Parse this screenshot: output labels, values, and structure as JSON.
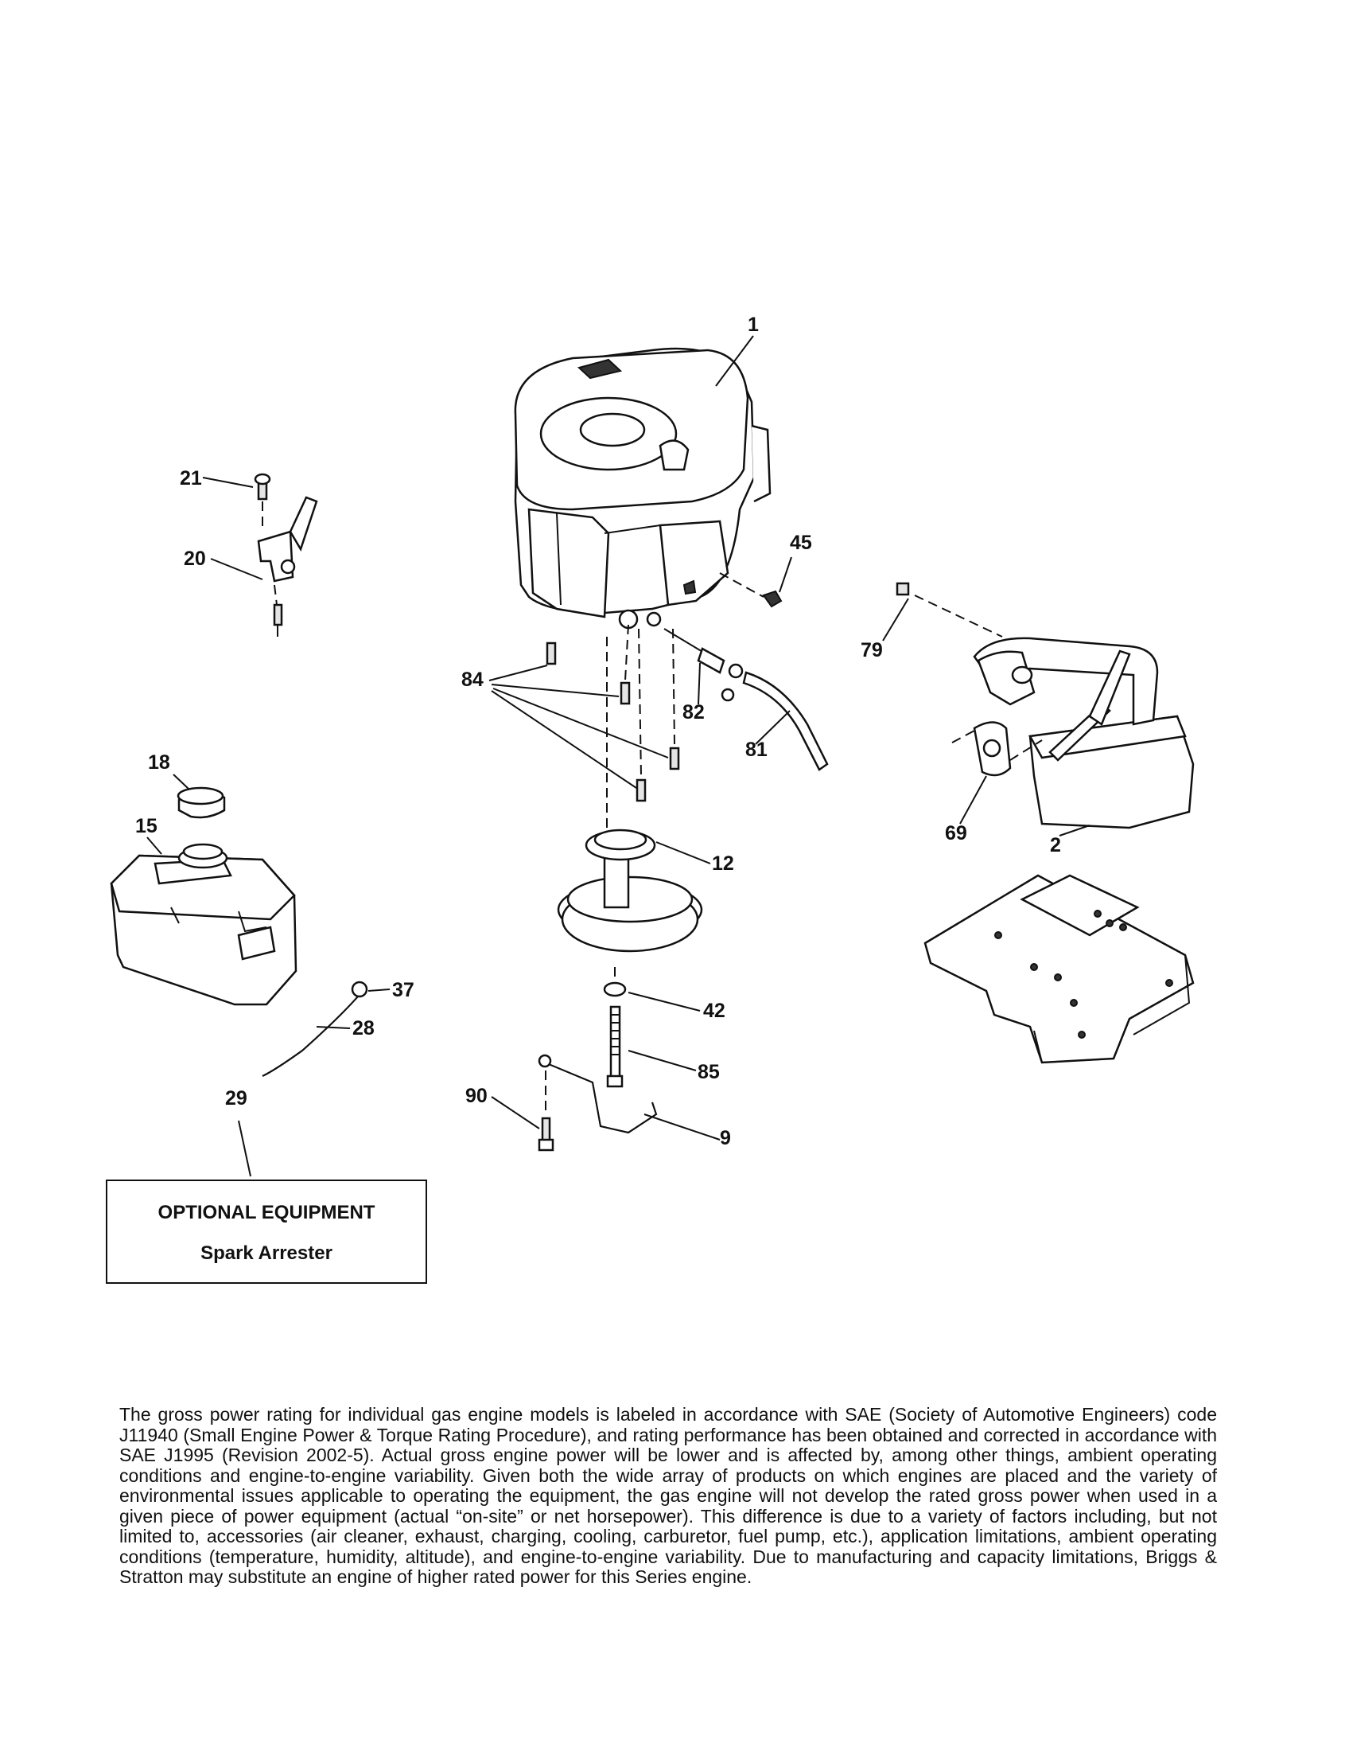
{
  "callouts": [
    {
      "id": "c1",
      "label": "1"
    },
    {
      "id": "c2",
      "label": "2"
    },
    {
      "id": "c9",
      "label": "9"
    },
    {
      "id": "c12",
      "label": "12"
    },
    {
      "id": "c15",
      "label": "15"
    },
    {
      "id": "c18",
      "label": "18"
    },
    {
      "id": "c20",
      "label": "20"
    },
    {
      "id": "c21",
      "label": "21"
    },
    {
      "id": "c28",
      "label": "28"
    },
    {
      "id": "c29",
      "label": "29"
    },
    {
      "id": "c37",
      "label": "37"
    },
    {
      "id": "c42",
      "label": "42"
    },
    {
      "id": "c45",
      "label": "45"
    },
    {
      "id": "c69",
      "label": "69"
    },
    {
      "id": "c79",
      "label": "79"
    },
    {
      "id": "c81",
      "label": "81"
    },
    {
      "id": "c82",
      "label": "82"
    },
    {
      "id": "c84",
      "label": "84"
    },
    {
      "id": "c85",
      "label": "85"
    },
    {
      "id": "c90",
      "label": "90"
    }
  ],
  "optional_equipment": {
    "title": "OPTIONAL EQUIPMENT",
    "item": "Spark Arrester"
  },
  "footnote": "The gross power rating for individual gas engine models is labeled in accordance with SAE (Society of Automotive Engineers) code J11940 (Small Engine Power & Torque Rating Procedure), and rating performance has been obtained and corrected in accordance with SAE J1995 (Revision 2002-5).  Actual gross engine power will be lower and is affected by, among other things, ambient operating conditions and engine-to-engine variability.  Given both the wide array of products on which engines are placed and the variety of environmental issues applicable to operating the equipment, the gas engine will not develop the rated gross power when used in a given piece of power equipment (actual “on-site” or net horsepower).  This difference is due to a variety of factors including, but not limited to, accessories (air cleaner, exhaust, charging, cooling, carburetor, fuel pump, etc.), application limitations, ambient operating conditions (temperature, humidity, altitude), and engine-to-engine variability.  Due to manufacturing and capacity limitations, Briggs & Stratton may substitute an engine of higher rated power for this Series engine."
}
